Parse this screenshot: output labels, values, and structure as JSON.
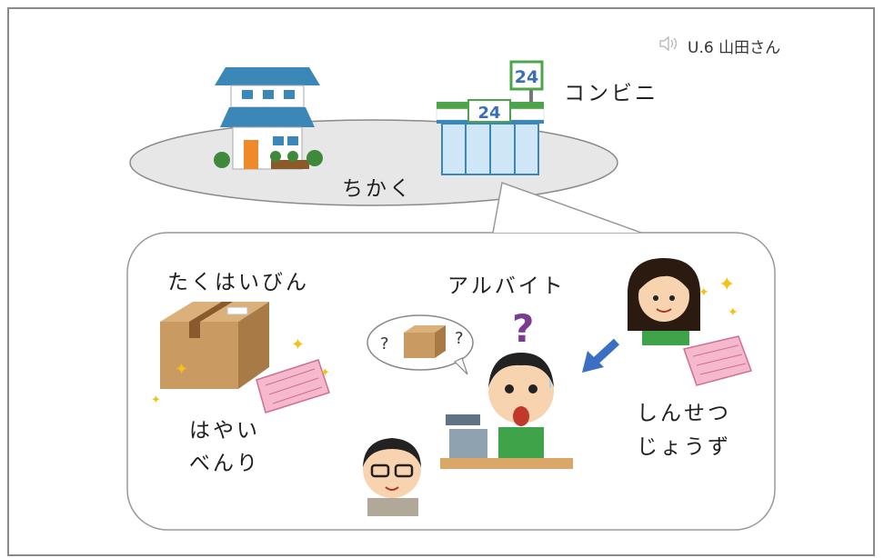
{
  "audio": {
    "icon": "speaker-icon",
    "speaker_label": "U.6 山田さん"
  },
  "labels": {
    "conbini": "コンビニ",
    "chikaku": "ちかく",
    "takuhaibin": "たくはいびん",
    "arubaito": "アルバイト",
    "hayai": "はやい",
    "benri": "べんり",
    "shinsetsu": "しんせつ",
    "jouzu": "じょうず"
  },
  "signs": {
    "store_number": "24"
  },
  "thought": {
    "left_mark": "?",
    "right_mark": "?"
  },
  "colors": {
    "ellipse": "#e7e7e7",
    "box": "#c99a62",
    "roof": "#3a87b8",
    "store_green": "#4ea44a",
    "apron": "#3fa34a",
    "slip": "#f5b8cc",
    "question": "#7a3c92",
    "arrow": "#3b6fc4",
    "sparkle": "#f2c21a"
  }
}
